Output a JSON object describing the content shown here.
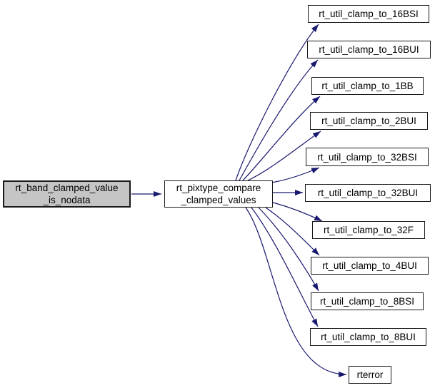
{
  "diagram": {
    "caller": {
      "lines": [
        "rt_band_clamped_value",
        "_is_nodata"
      ]
    },
    "hub": {
      "lines": [
        "rt_pixtype_compare",
        "_clamped_values"
      ]
    },
    "callees": [
      "rt_util_clamp_to_16BSI",
      "rt_util_clamp_to_16BUI",
      "rt_util_clamp_to_1BB",
      "rt_util_clamp_to_2BUI",
      "rt_util_clamp_to_32BSI",
      "rt_util_clamp_to_32BUI",
      "rt_util_clamp_to_32F",
      "rt_util_clamp_to_4BUI",
      "rt_util_clamp_to_8BSI",
      "rt_util_clamp_to_8BUI",
      "rterror"
    ],
    "colors": {
      "edge": "#191970",
      "caller_fill": "#c5c5c5",
      "node_fill": "#ffffff",
      "node_border": "#1a1a1a",
      "text": "#000000",
      "background": "#ffffff"
    }
  }
}
